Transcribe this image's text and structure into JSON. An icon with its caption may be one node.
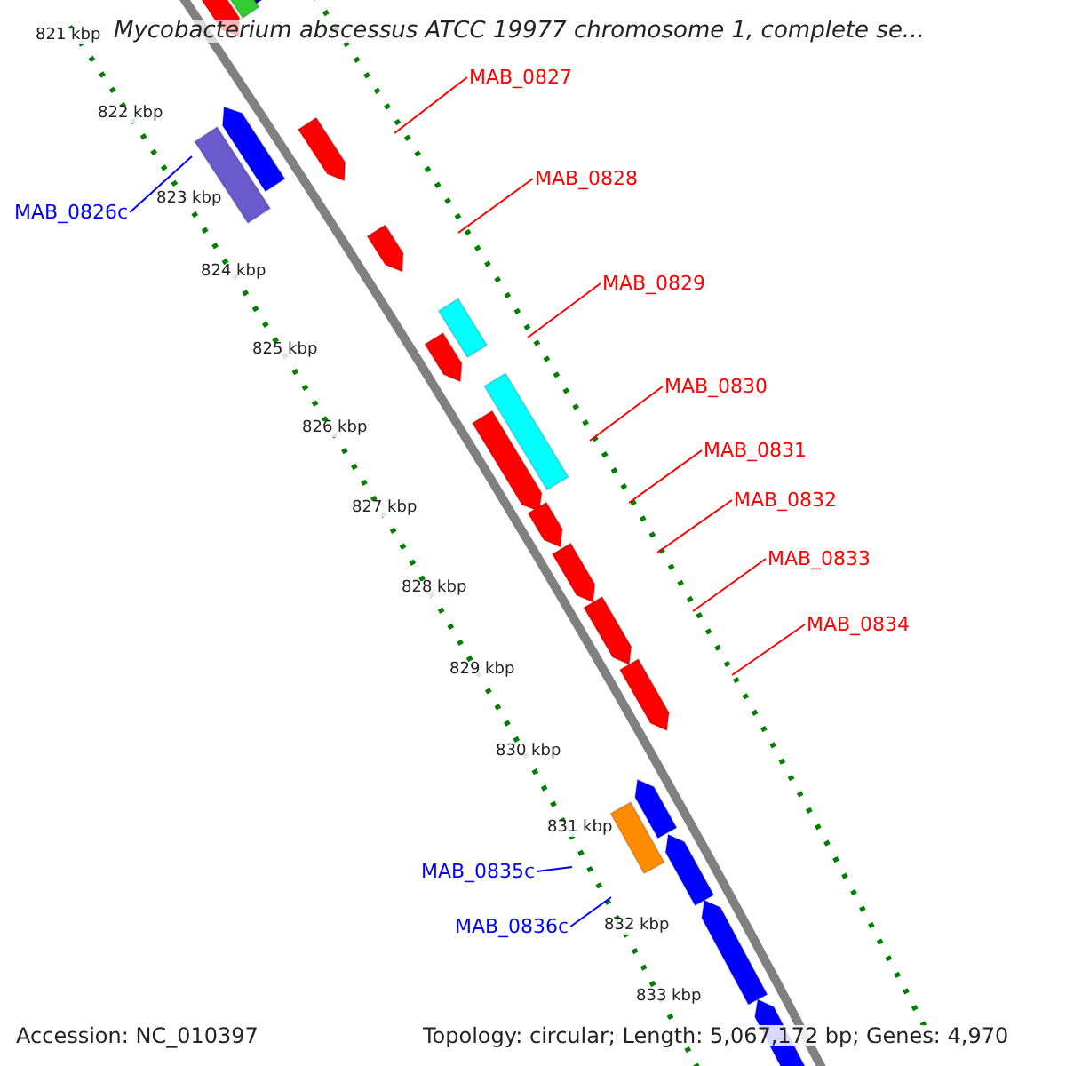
{
  "diagram": {
    "title": "Mycobacterium abscessus ATCC 19977 chromosome 1, complete se...",
    "nodes": [
      {
        "text": [
          "MAB_0827"
        ]
      },
      {
        "text": [
          "MAB_0826c"
        ]
      },
      {
        "text": [
          "MAB_0828"
        ]
      },
      {
        "text": [
          "MAB_0829"
        ]
      },
      {
        "text": [
          "MAB_0830"
        ]
      },
      {
        "text": [
          "MAB_0831"
        ]
      },
      {
        "text": [
          "MAB_0832"
        ]
      },
      {
        "text": [
          "MAB_0833"
        ]
      },
      {
        "text": [
          "MAB_0834"
        ]
      },
      {
        "text": [
          "MAB_0835c"
        ]
      },
      {
        "text": [
          "MAB_0836c"
        ]
      }
    ],
    "edges": [
      {
        "from": 0,
        "to": null,
        "arrow": "none"
      },
      {
        "from": 1,
        "to": null,
        "arrow": "none",
        "color": "#0000ff"
      },
      {
        "from": 2,
        "to": null,
        "arrow": "none"
      },
      {
        "from": 3,
        "to": null,
        "arrow": "none"
      },
      {
        "from": 4,
        "to": null,
        "arrow": "none"
      },
      {
        "from": 5,
        "to": null,
        "arrow": "none"
      },
      {
        "from": 6,
        "to": null,
        "arrow": "none"
      },
      {
        "from": 7,
        "to": null,
        "arrow": "none"
      },
      {
        "from": 8,
        "to": null,
        "arrow": "none"
      },
      {
        "from": 9,
        "to": null,
        "arrow": "none",
        "color": "#0000ff"
      },
      {
        "from": 10,
        "to": null,
        "arrow": "none",
        "color": "#0000ff"
      }
    ],
    "labels": [
      "821 kbp",
      "822 kbp",
      "823 kbp",
      "824 kbp",
      "825 kbp",
      "826 kbp",
      "827 kbp",
      "828 kbp",
      "829 kbp",
      "830 kbp",
      "831 kbp",
      "832 kbp",
      "833 kbp",
      "Accession: NC_010397",
      "Topology: circular; Length: 5,067,172 bp; Genes: 4,970"
    ]
  }
}
